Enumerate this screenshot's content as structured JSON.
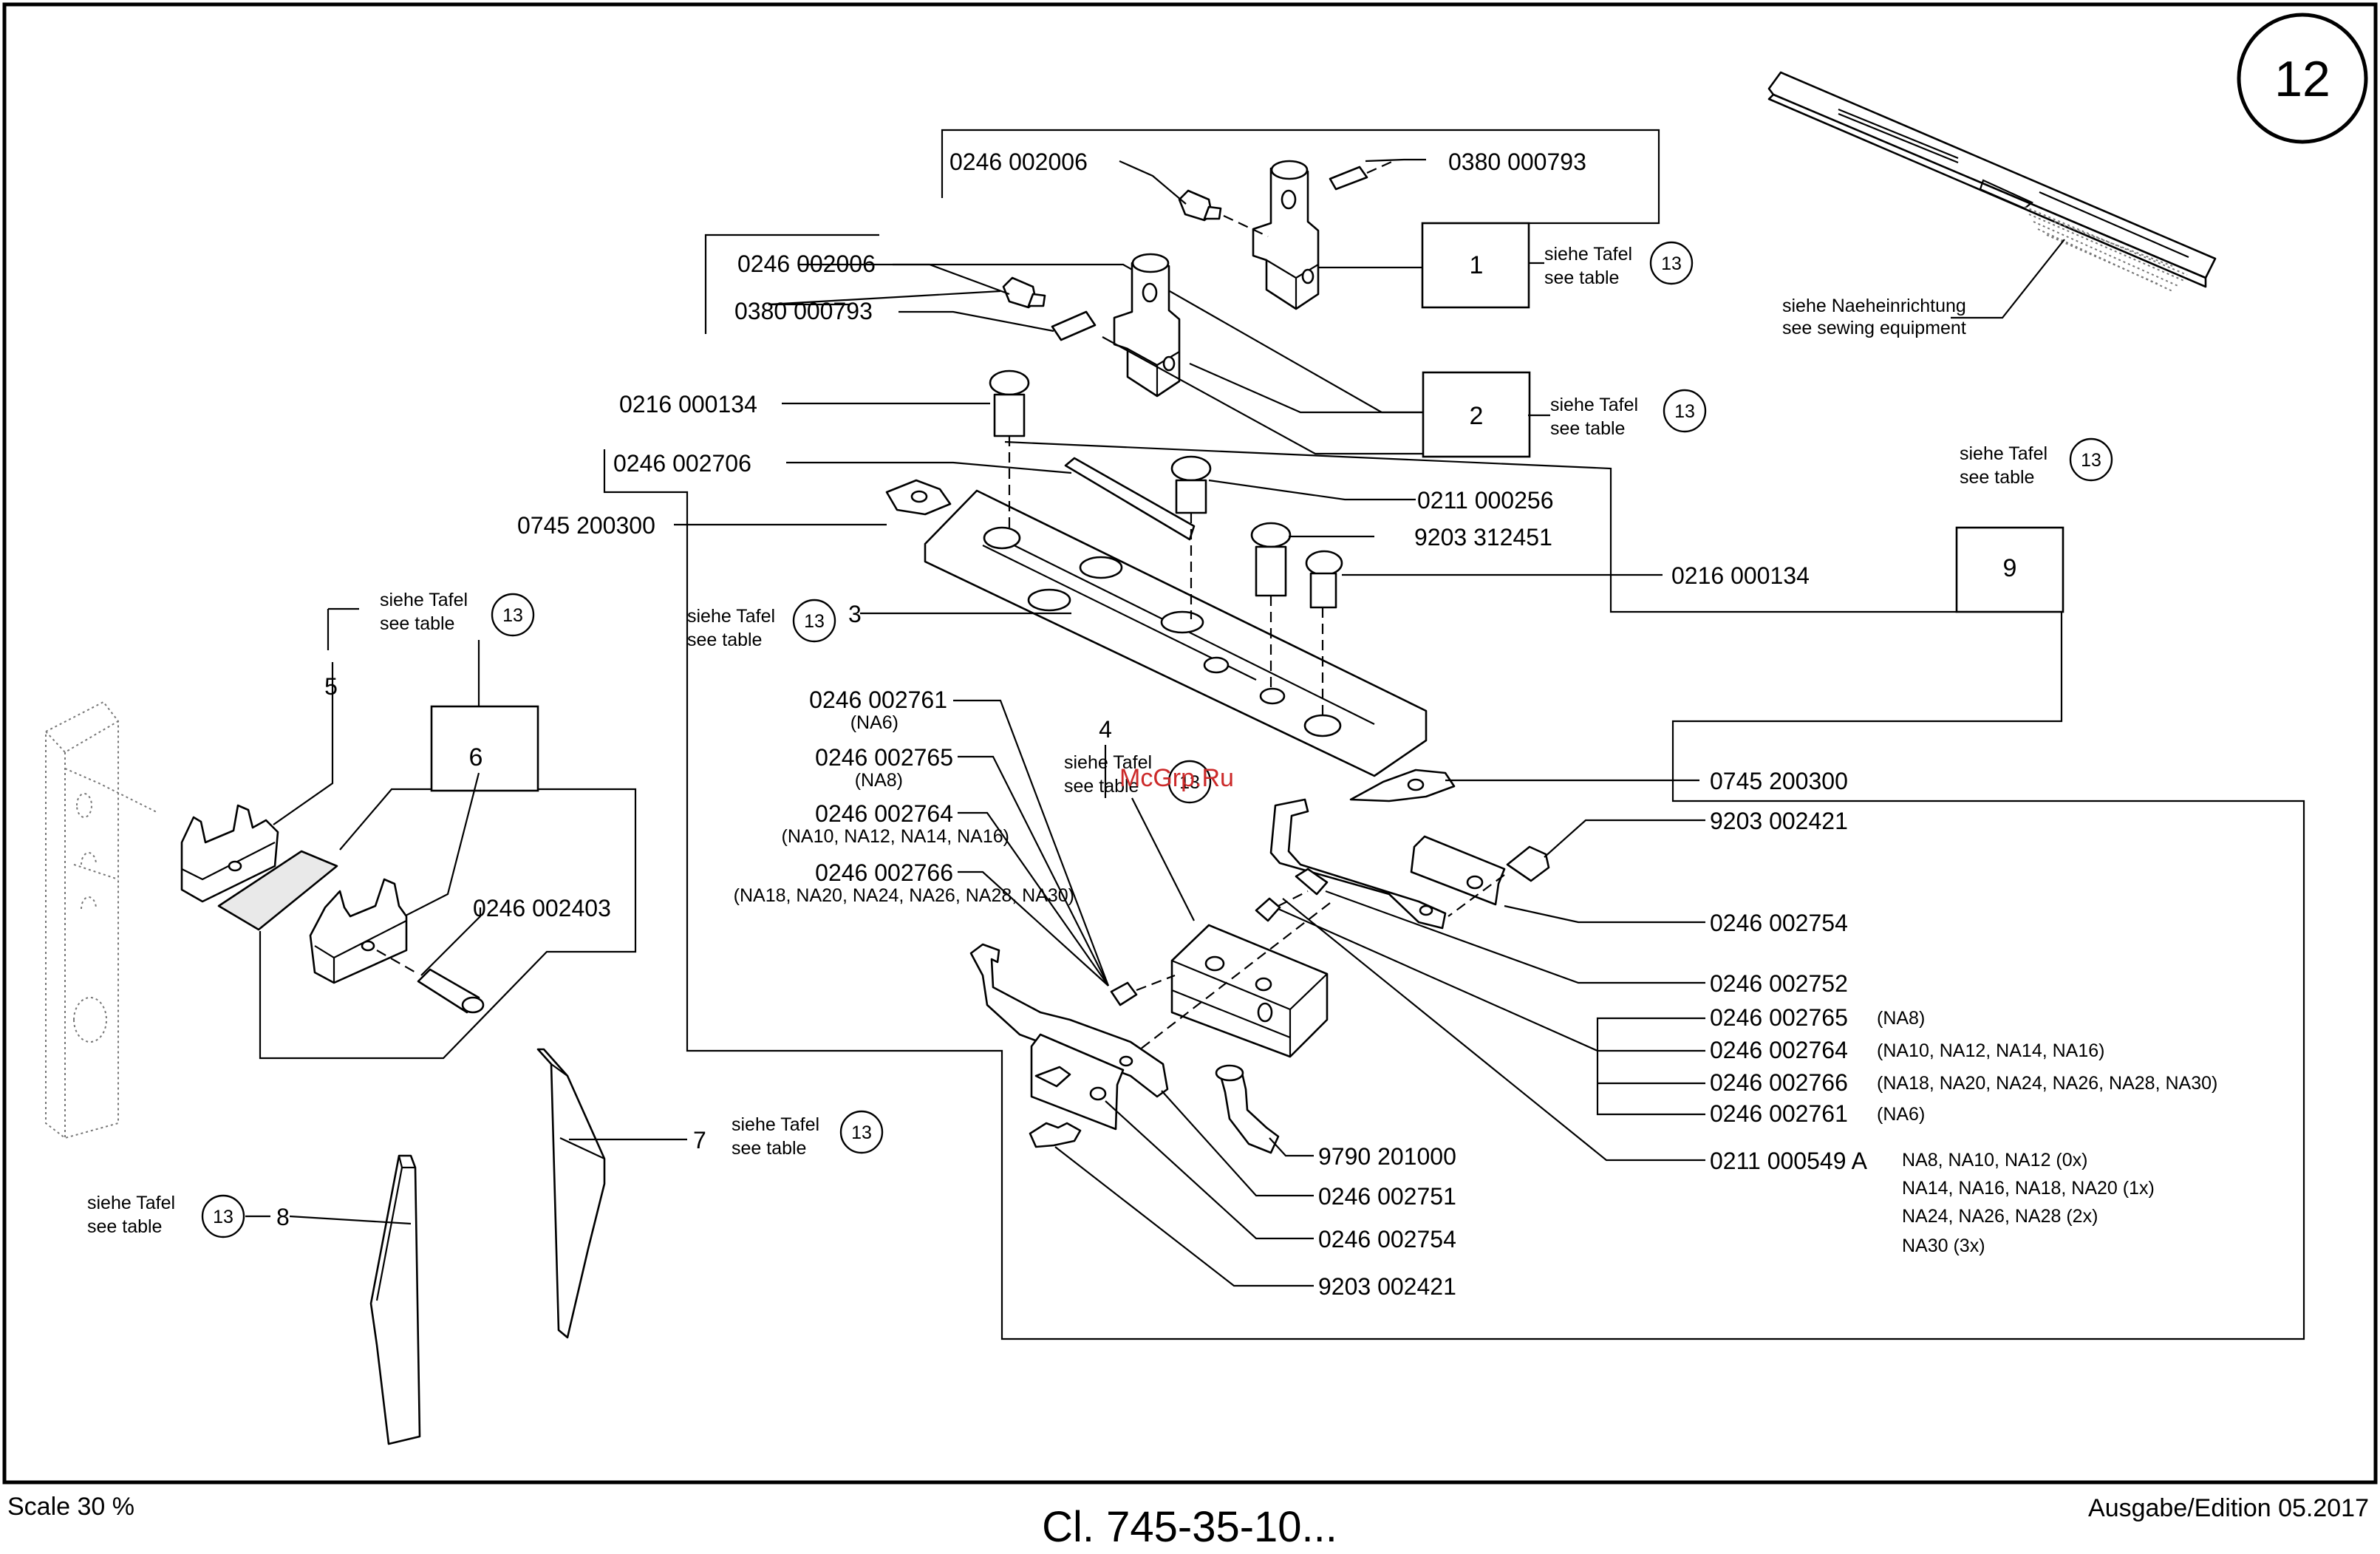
{
  "page": {
    "tafel_number": "12",
    "scale": "Scale 30 %",
    "model": "Cl. 745-35-10...",
    "edition": "Ausgabe/Edition 05.2017",
    "watermark": "McGrp.Ru"
  },
  "ref": {
    "siehe_tafel": "siehe Tafel",
    "see_table": "see table",
    "table_number": "13",
    "siehe_naeh": "siehe Naeheinrichtung",
    "see_sewing": "see sewing equipment"
  },
  "positions": {
    "p1": "1",
    "p2": "2",
    "p3": "3",
    "p4": "4",
    "p5": "5",
    "p6": "6",
    "p7": "7",
    "p8": "8",
    "p9": "9"
  },
  "parts": {
    "a1": "0246 002006",
    "a2": "0380 000793",
    "a3": "0246 002006",
    "a4": "0380 000793",
    "a5": "0216 000134",
    "a6": "0246 002706",
    "a7": "0211 000256",
    "a8": "0745 200300",
    "a9": "9203 312451",
    "a10": "0216 000134",
    "a11": "0246 002761",
    "a12": "0246 002765",
    "a13": "0246 002764",
    "a14": "0246 002766",
    "a15": "0745 200300",
    "a16": "9203 002421",
    "a17": "0246 002403",
    "a18": "0246 002754",
    "a19": "0246 002752",
    "a20": "0246 002765",
    "a21": "0246 002764",
    "a22": "0246 002766",
    "a23": "0246 002761",
    "a24": "0211 000549 A",
    "a25": "9790 201000",
    "a26": "0246 002751",
    "a27": "0246 002754",
    "a28": "9203 002421"
  },
  "conditions": {
    "c11": "(NA6)",
    "c12": "(NA8)",
    "c13": "(NA10, NA12, NA14, NA16)",
    "c14": "(NA18, NA20, NA24, NA26, NA28, NA30)",
    "c20": "(NA8)",
    "c21": "(NA10, NA12, NA14, NA16)",
    "c22": "(NA18, NA20, NA24, NA26, NA28, NA30)",
    "c23": "(NA6)",
    "q1": "NA8, NA10, NA12  (0x)",
    "q2": "NA14, NA16, NA18, NA20  (1x)",
    "q3": "NA24, NA26, NA28  (2x)",
    "q4": "NA30  (3x)"
  }
}
